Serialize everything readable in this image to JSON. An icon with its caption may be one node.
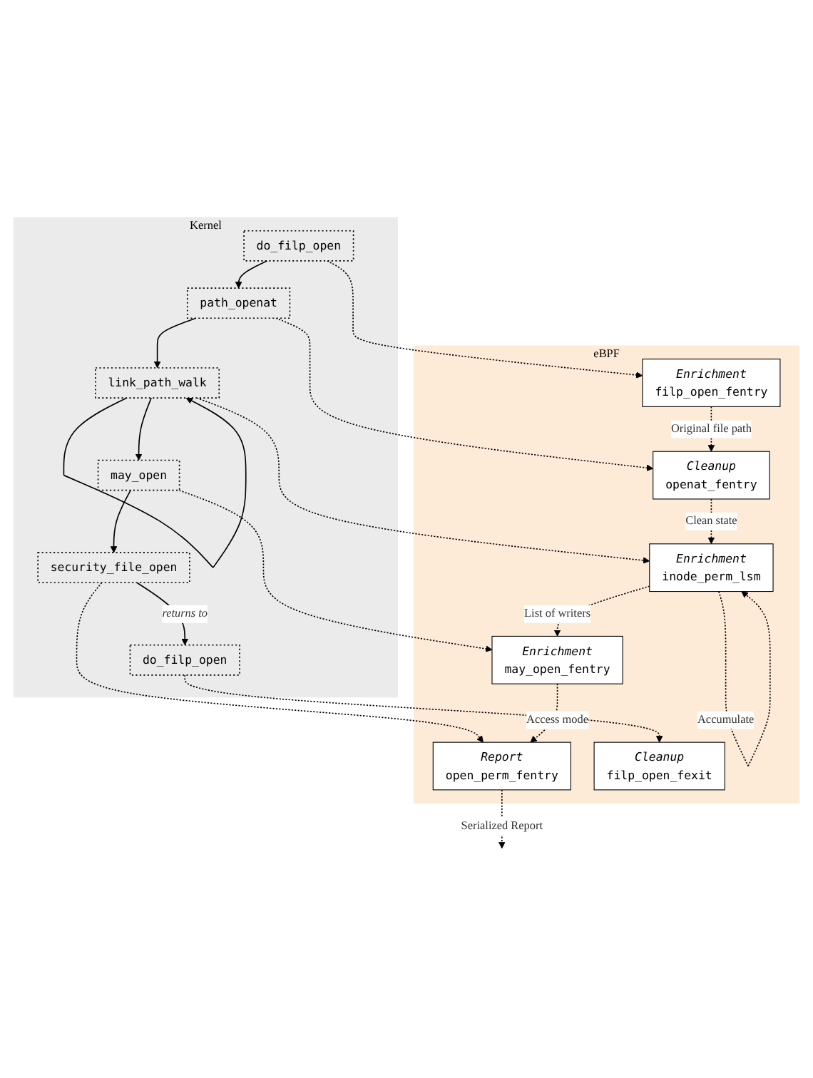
{
  "diagram": {
    "nodes": [
      {
        "text": [
          "eBPF"
        ]
      },
      {
        "text": [
          "Enrichment",
          "filp_open_fentry"
        ],
        "in": 0
      },
      {
        "text": [
          "Cleanup",
          "openat_fentry"
        ],
        "in": 0
      },
      {
        "text": [
          "Enrichment",
          "inode_perm_lsm"
        ],
        "in": 0
      },
      {
        "text": [
          "Enrichment",
          "may_open_fentry"
        ],
        "in": 0
      },
      {
        "text": [
          "Report",
          "open_perm_fentry"
        ],
        "in": 0
      },
      {
        "text": [
          "Cleanup",
          "filp_open_fexit"
        ],
        "in": 0
      },
      {
        "text": [
          "Kernel"
        ]
      },
      {
        "text": [
          "do_filp_open"
        ],
        "in": 7
      },
      {
        "text": [
          "path_openat"
        ],
        "in": 7
      },
      {
        "text": [
          "link_path_walk"
        ],
        "in": 7
      },
      {
        "text": [
          "may_open"
        ],
        "in": 7
      },
      {
        "text": [
          "security_file_open"
        ],
        "in": 7
      },
      {
        "text": [
          "do_filp_open"
        ],
        "in": 7
      }
    ],
    "edges": [
      {
        "from": 8,
        "to": 1,
        "arrow": "to",
        "style": "dashed"
      },
      {
        "from": 9,
        "to": 2,
        "arrow": "to",
        "style": "dashed"
      },
      {
        "from": 10,
        "to": 3,
        "arrow": "to",
        "style": "dashed"
      },
      {
        "from": 11,
        "to": 4,
        "arrow": "to",
        "style": "dashed"
      },
      {
        "from": 12,
        "to": 5,
        "arrow": "to",
        "style": "dashed"
      },
      {
        "from": 13,
        "to": 6,
        "arrow": "to",
        "style": "dashed"
      },
      {
        "from": 1,
        "to": 2,
        "arrow": "to",
        "label": "Original file path",
        "style": "dashed"
      },
      {
        "from": 2,
        "to": 3,
        "arrow": "to",
        "label": "Clean state",
        "style": "dashed"
      },
      {
        "from": 3,
        "to": 3,
        "arrow": "to",
        "label": "Accumulate",
        "style": "dashed"
      },
      {
        "from": 3,
        "to": 4,
        "arrow": "to",
        "label": "List of writers",
        "style": "dashed"
      },
      {
        "from": 4,
        "to": 5,
        "arrow": "to",
        "label": "Access mode",
        "style": "dashed"
      },
      {
        "from": 5,
        "to": null,
        "arrow": "to",
        "label": "Serialized Report",
        "style": "dashed"
      },
      {
        "from": 8,
        "to": 9,
        "arrow": "to"
      },
      {
        "from": 9,
        "to": 10,
        "arrow": "to"
      },
      {
        "from": 10,
        "to": 10,
        "arrow": "to"
      },
      {
        "from": 10,
        "to": 11,
        "arrow": "to"
      },
      {
        "from": 11,
        "to": 12,
        "arrow": "to"
      },
      {
        "from": 12,
        "to": 13,
        "arrow": "to",
        "label": "returns to"
      }
    ]
  }
}
